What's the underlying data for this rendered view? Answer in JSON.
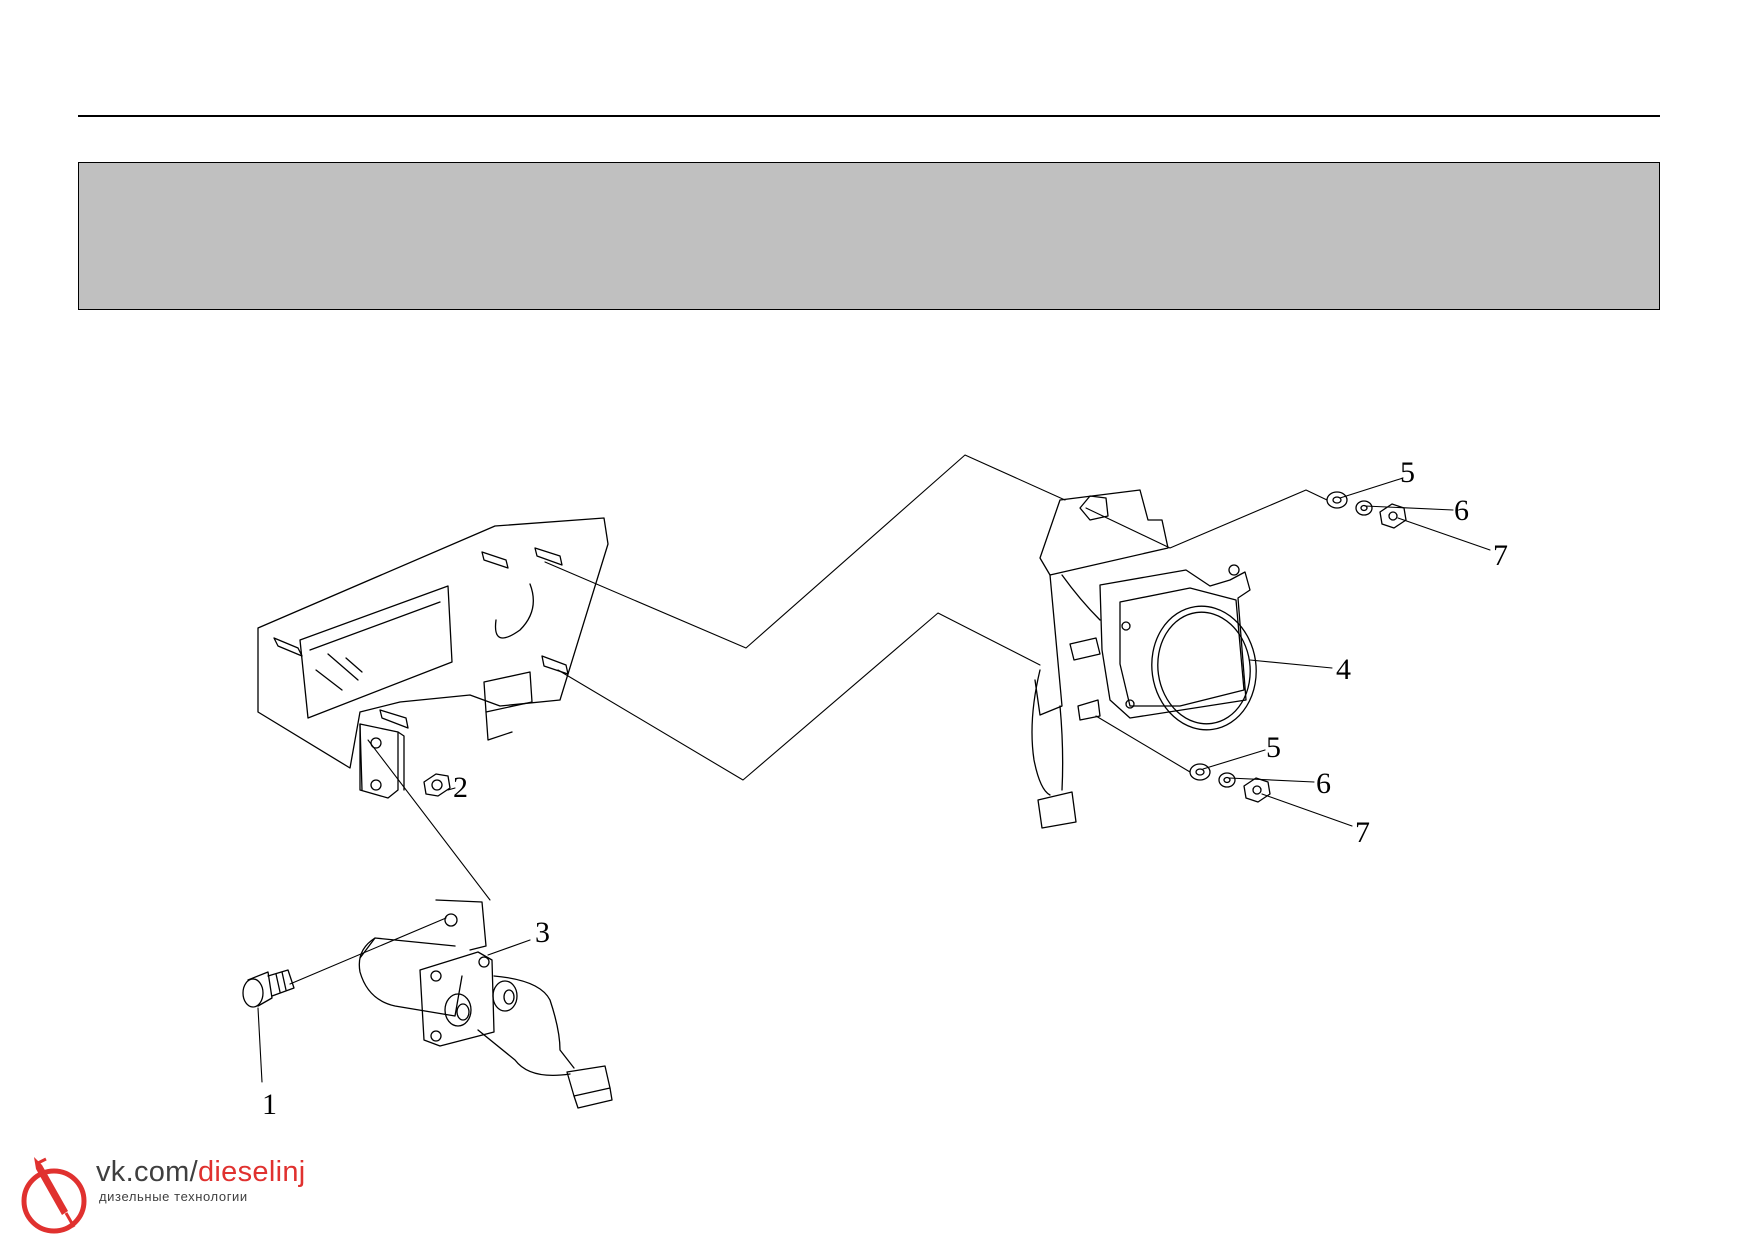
{
  "header": {
    "title": ""
  },
  "diagram": {
    "callouts": {
      "c1": "1",
      "c2": "2",
      "c3": "3",
      "c4": "4",
      "c5a": "5",
      "c6a": "6",
      "c7a": "7",
      "c5b": "5",
      "c6b": "6",
      "c7b": "7"
    }
  },
  "watermark": {
    "url_host": "vk.com/",
    "url_path": "dieselinj",
    "subtitle": "дизельные технологии",
    "colors": {
      "accent": "#e0312f",
      "text": "#3f3f3f"
    },
    "icon": "injector-logo-icon"
  }
}
